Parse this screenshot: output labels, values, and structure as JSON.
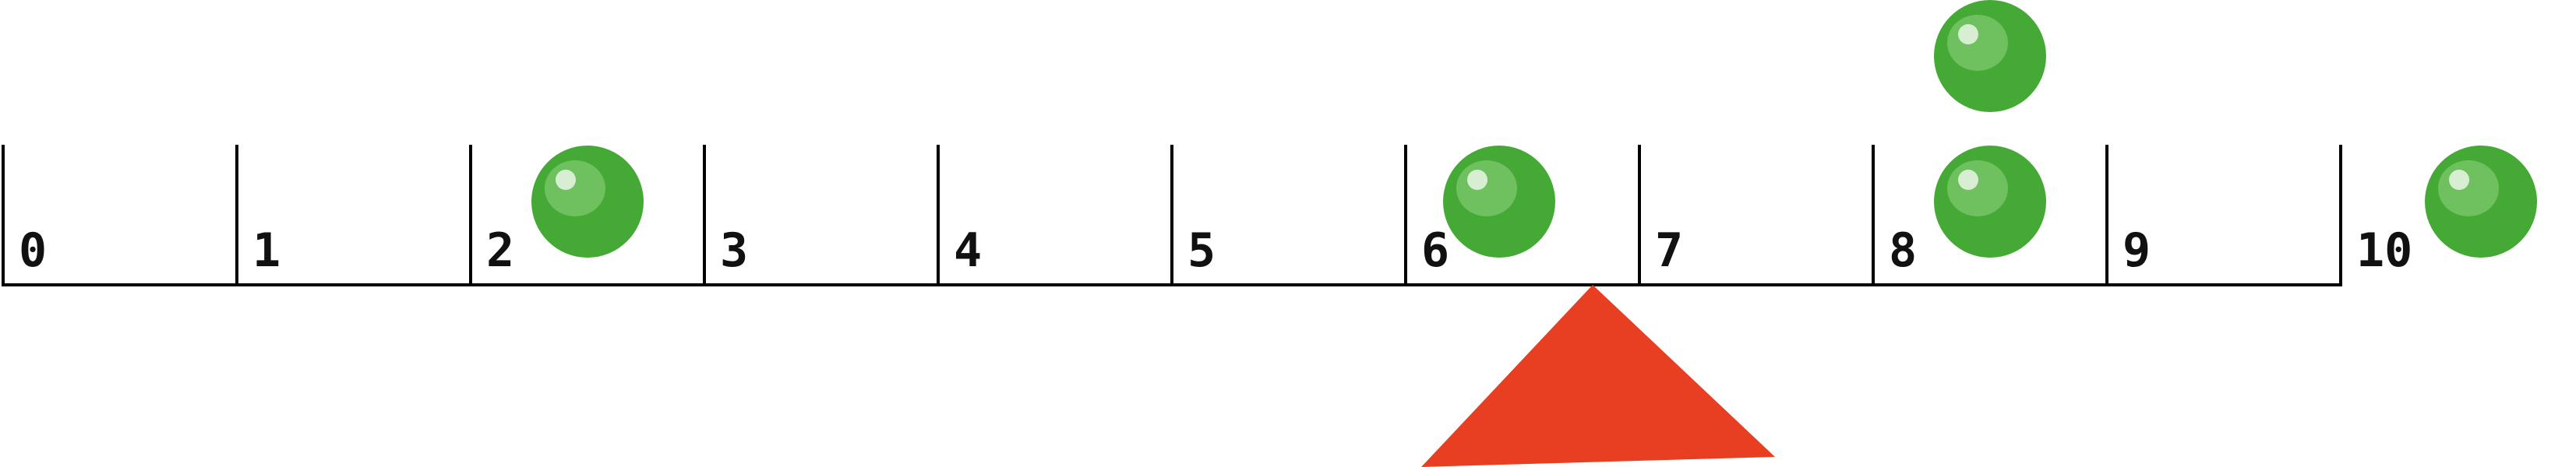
{
  "beam": {
    "tick_labels": [
      "0",
      "1",
      "2",
      "3",
      "4",
      "5",
      "6",
      "7",
      "8",
      "9",
      "10"
    ],
    "line_color": "#000000"
  },
  "fulcrum": {
    "position": 6.8,
    "color": "#e83e22"
  },
  "balls": [
    {
      "position": 2.5,
      "stack_level": 0
    },
    {
      "position": 6.4,
      "stack_level": 0
    },
    {
      "position": 8.5,
      "stack_level": 0
    },
    {
      "position": 8.5,
      "stack_level": 1
    },
    {
      "position": 10.6,
      "stack_level": 0
    }
  ],
  "ball_color": "#45aa35",
  "ball_highlight_color": "#6fc160",
  "ball_glint_color": "#d8eed2"
}
